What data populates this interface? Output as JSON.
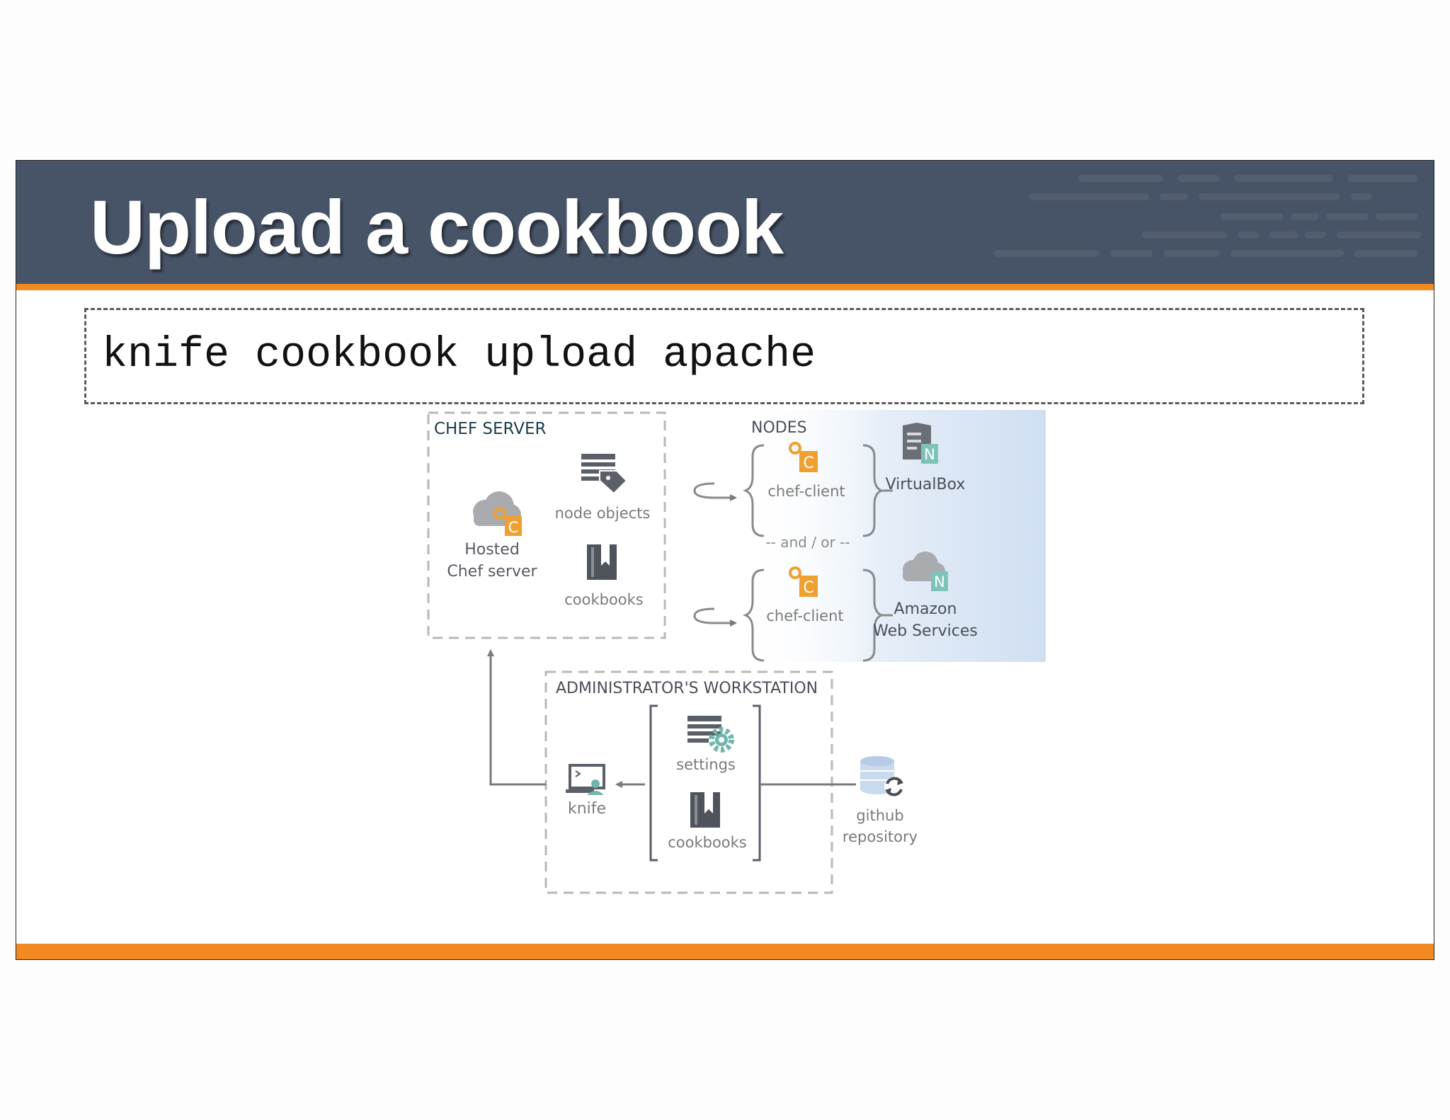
{
  "slide": {
    "title": "Upload a cookbook",
    "command": "knife cookbook upload apache"
  },
  "diagram": {
    "chef_server": {
      "heading": "CHEF SERVER",
      "hosted_line1": "Hosted",
      "hosted_line2": "Chef server",
      "node_objects": "node objects",
      "cookbooks": "cookbooks"
    },
    "nodes": {
      "heading": "NODES",
      "client_top": "chef-client",
      "client_bottom": "chef-client",
      "and_or": "-- and / or --",
      "virtualbox": "VirtualBox",
      "aws_line1": "Amazon",
      "aws_line2": "Web Services"
    },
    "workstation": {
      "heading": "ADMINISTRATOR'S WORKSTATION",
      "knife": "knife",
      "settings": "settings",
      "cookbooks": "cookbooks"
    },
    "github": {
      "line1": "github",
      "line2": "repository"
    },
    "badges": {
      "chef": "C",
      "node": "N"
    }
  },
  "colors": {
    "header_bg": "#475366",
    "accent_orange": "#f18b21",
    "chef_orange": "#f0a030",
    "node_teal": "#7ec3b8",
    "gear_teal": "#6fb5ad",
    "icon_gray": "#5b5f68",
    "label_gray": "#6b6b6b",
    "db_blue": "#c9d9ee",
    "nodes_panel_blue": "#d6e3f3"
  }
}
